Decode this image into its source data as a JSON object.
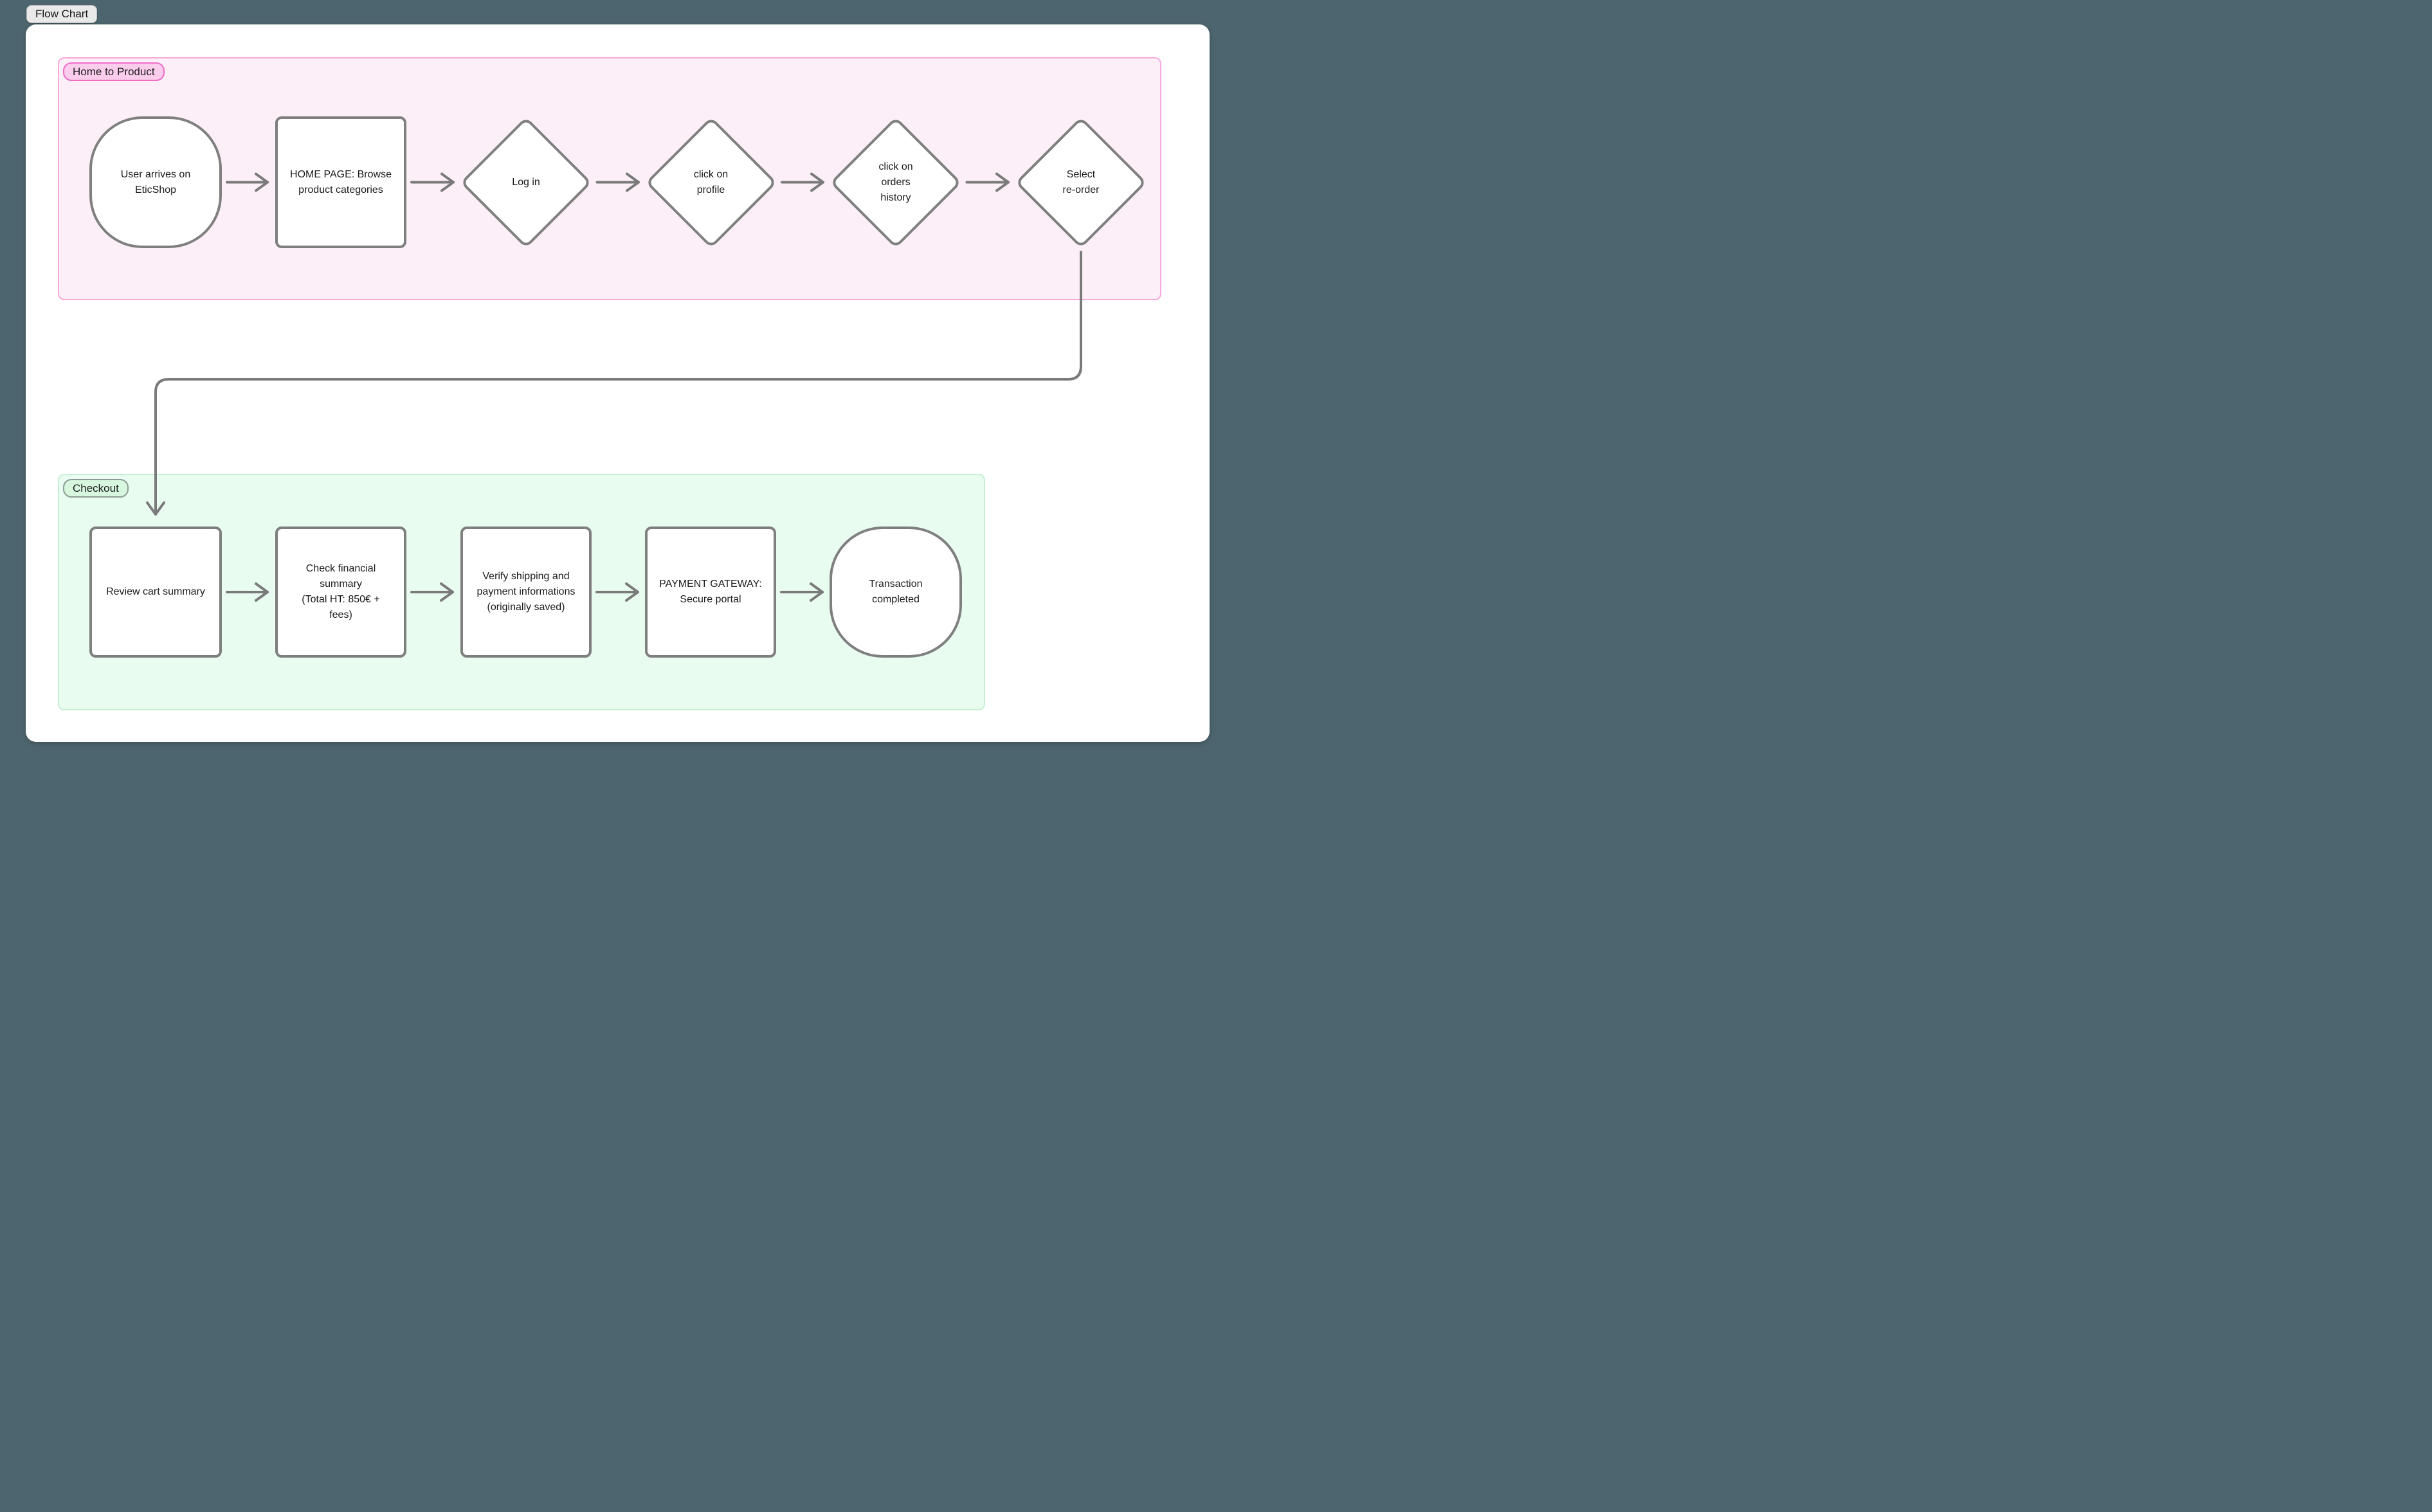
{
  "app": {
    "title": "Flow Chart"
  },
  "colors": {
    "page_bg": "#4d656e",
    "canvas_bg": "#ffffff",
    "stroke": "#7a7a7a",
    "node_border": "#7f7f7f",
    "text": "#1a1a1a",
    "pink_group_bg": "#fdeff7",
    "pink_group_border": "#f6aadb",
    "pink_label_bg": "#fbcdec",
    "pink_label_border": "#ee6cc8",
    "green_group_bg": "#e9fcf0",
    "green_group_border": "#c9edd3",
    "green_label_bg": "#d7f7de",
    "green_label_border": "#8f9b92",
    "chart_label_bg": "#e9e9e9",
    "chart_label_border": "#c0c0c0"
  },
  "groups": [
    {
      "id": "home-to-product",
      "label": "Home to Product"
    },
    {
      "id": "checkout",
      "label": "Checkout"
    }
  ],
  "nodes": [
    {
      "id": "start",
      "shape": "squircle",
      "group": "home-to-product",
      "text": "User arrives on\nEticShop"
    },
    {
      "id": "home-page",
      "shape": "rect",
      "group": "home-to-product",
      "text": "HOME PAGE: Browse\nproduct categories"
    },
    {
      "id": "log-in",
      "shape": "diamond",
      "group": "home-to-product",
      "text": "Log in"
    },
    {
      "id": "click-profile",
      "shape": "diamond",
      "group": "home-to-product",
      "text": "click on\nprofile"
    },
    {
      "id": "click-orders-history",
      "shape": "diamond",
      "group": "home-to-product",
      "text": "click on\norders\nhistory"
    },
    {
      "id": "select-reorder",
      "shape": "diamond",
      "group": "home-to-product",
      "text": "Select\nre-order"
    },
    {
      "id": "review-cart",
      "shape": "rect",
      "group": "checkout",
      "text": "Review cart summary"
    },
    {
      "id": "check-financial",
      "shape": "rect",
      "group": "checkout",
      "text": "Check financial\nsummary\n(Total HT: 850€ +\nfees)"
    },
    {
      "id": "verify-shipping",
      "shape": "rect",
      "group": "checkout",
      "text": "Verify shipping and\npayment informations\n(originally saved)"
    },
    {
      "id": "payment-gateway",
      "shape": "rect",
      "group": "checkout",
      "text": "PAYMENT GATEWAY:\nSecure portal"
    },
    {
      "id": "transaction-completed",
      "shape": "squircle",
      "group": "checkout",
      "text": "Transaction\ncompleted"
    }
  ],
  "edges": [
    {
      "from": "start",
      "to": "home-page"
    },
    {
      "from": "home-page",
      "to": "log-in"
    },
    {
      "from": "log-in",
      "to": "click-profile"
    },
    {
      "from": "click-profile",
      "to": "click-orders-history"
    },
    {
      "from": "click-orders-history",
      "to": "select-reorder"
    },
    {
      "from": "select-reorder",
      "to": "review-cart"
    },
    {
      "from": "review-cart",
      "to": "check-financial"
    },
    {
      "from": "check-financial",
      "to": "verify-shipping"
    },
    {
      "from": "verify-shipping",
      "to": "payment-gateway"
    },
    {
      "from": "payment-gateway",
      "to": "transaction-completed"
    }
  ]
}
